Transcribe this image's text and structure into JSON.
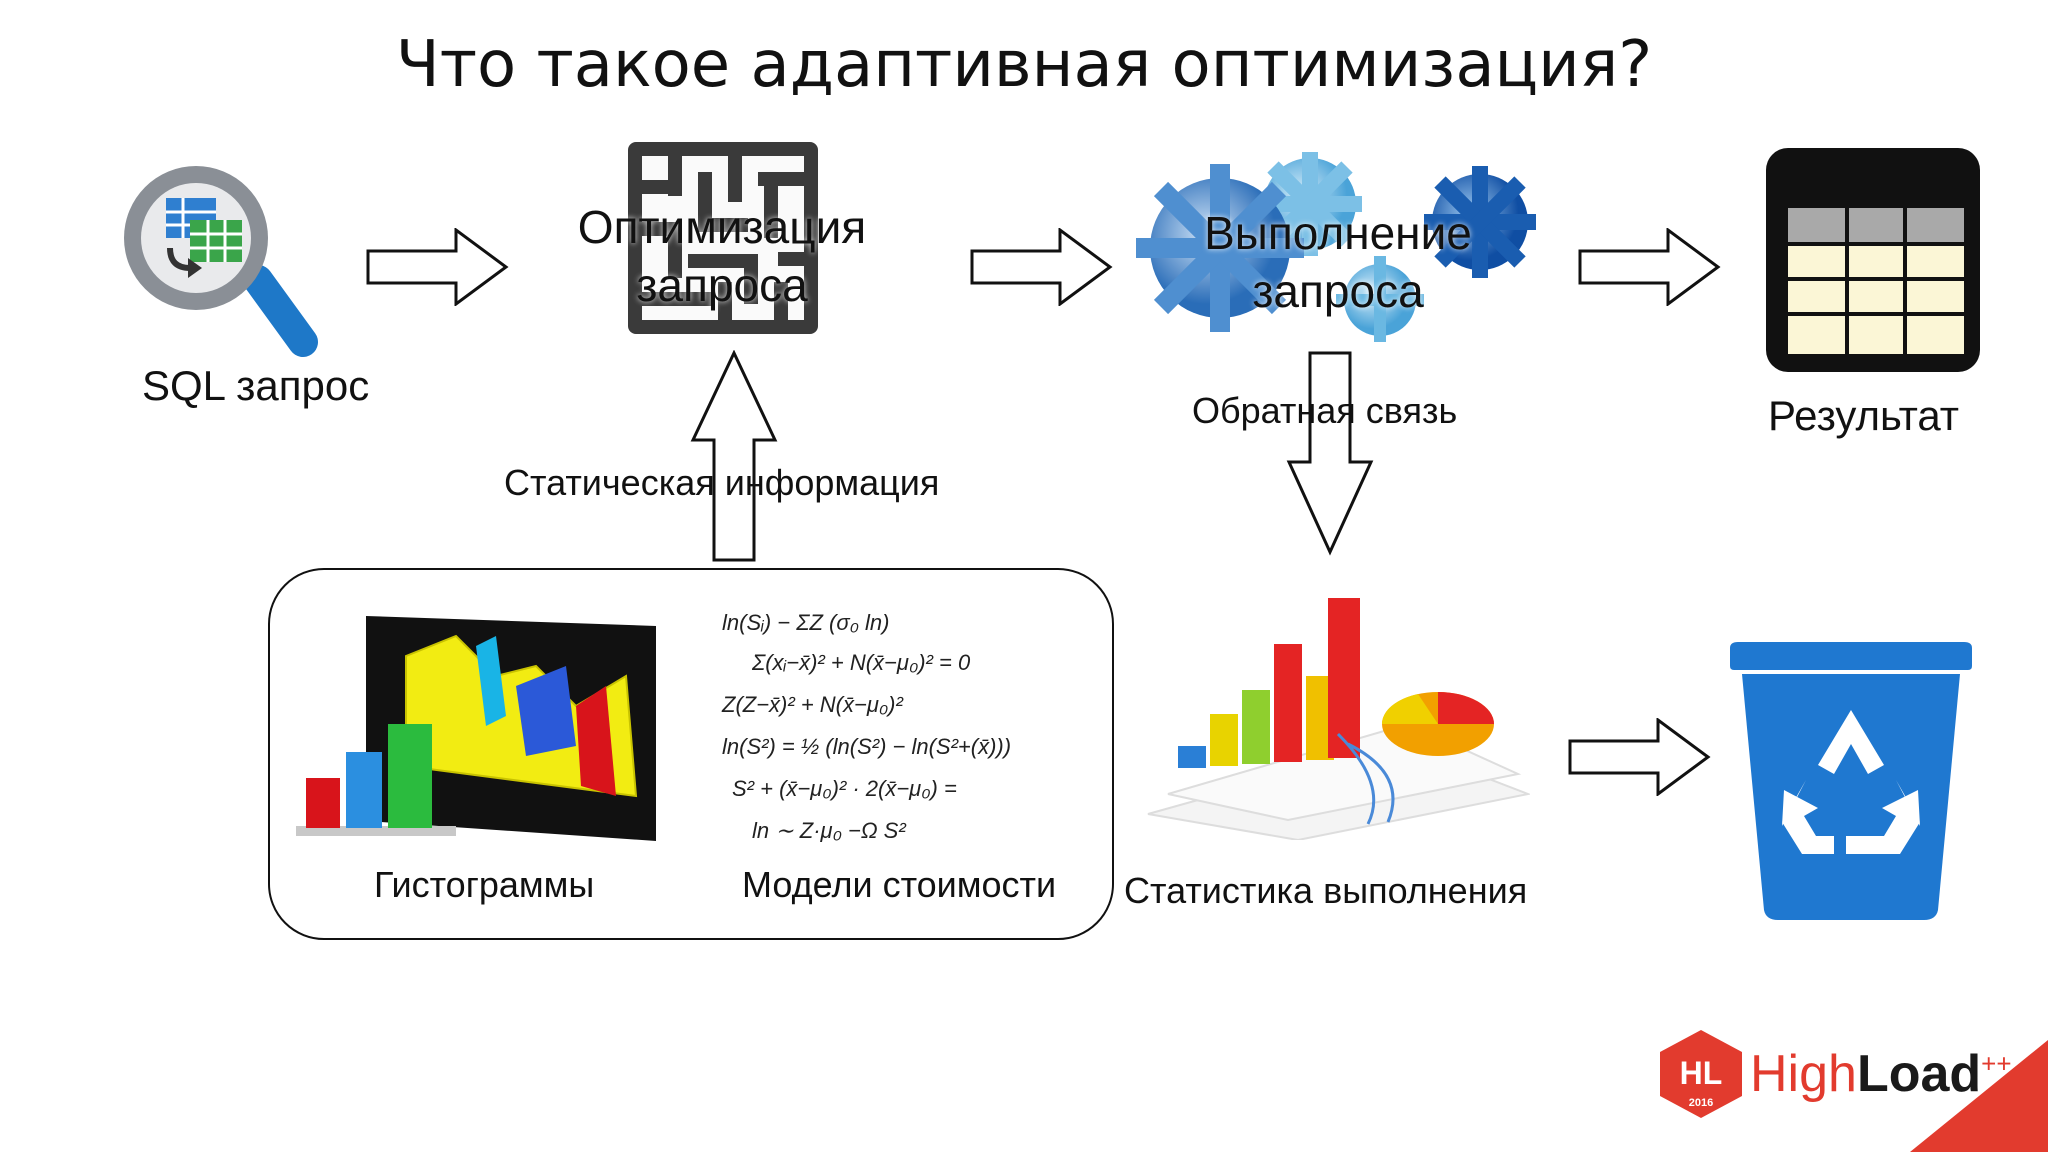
{
  "title": "Что такое адаптивная оптимизация?",
  "nodes": {
    "sql": "SQL запрос",
    "optimize": [
      "Оптимизация",
      "запроса"
    ],
    "execute": [
      "Выполнение",
      "запроса"
    ],
    "result": "Результат",
    "stats": "Статистика выполнения"
  },
  "edges": {
    "static_info": "Статическая информация",
    "feedback": "Обратная связь"
  },
  "panel": {
    "histograms": "Гистограммы",
    "cost_models": "Модели стоимости"
  },
  "logo": {
    "badge": "HL",
    "year": "2016",
    "name_light": "High",
    "name_bold": "Load",
    "sup": "++"
  },
  "colors": {
    "accent_red": "#e23b2e",
    "blue": "#1e6fc0",
    "bin_blue": "#1f78d0"
  }
}
